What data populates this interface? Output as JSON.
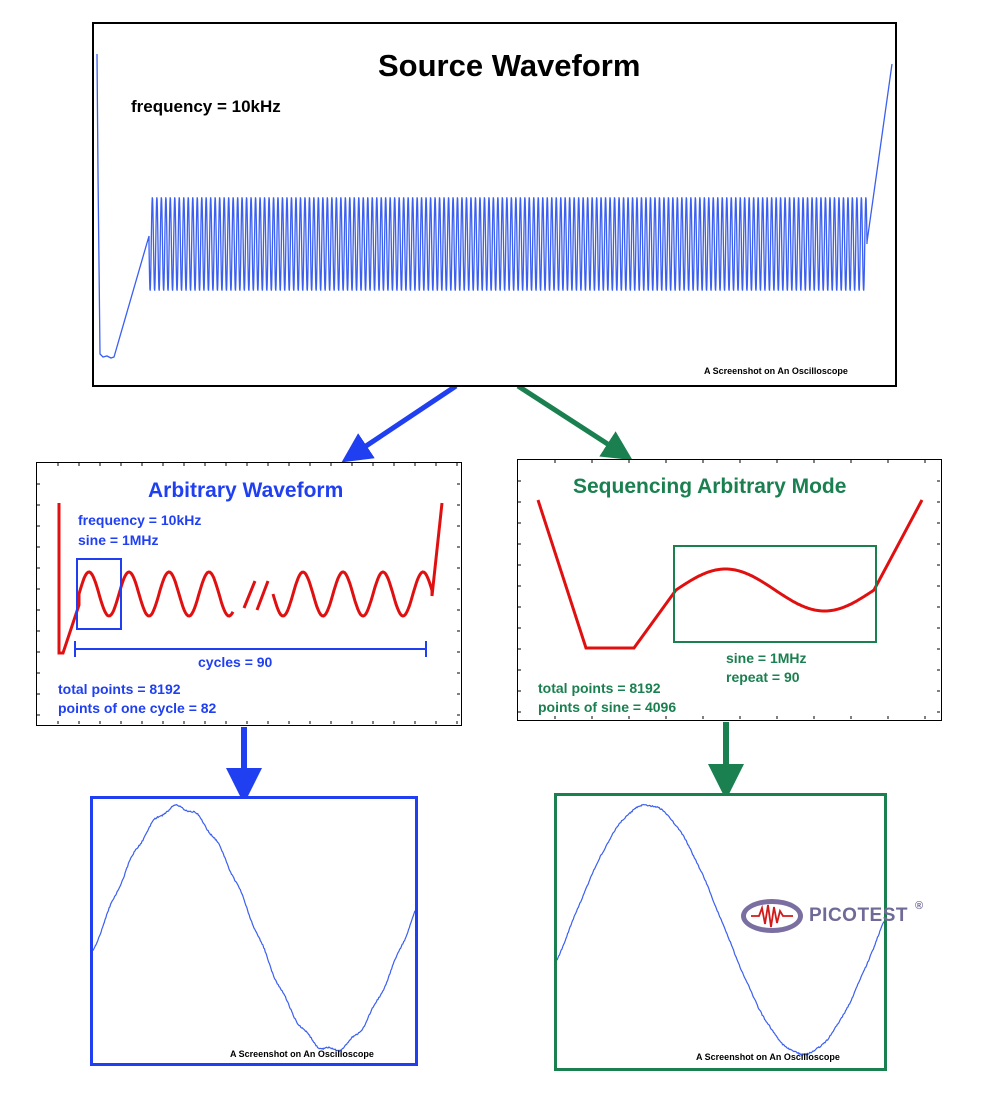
{
  "source": {
    "title": "Source Waveform",
    "frequency": "frequency = 10kHz",
    "note": "A Screenshot on An Oscilloscope"
  },
  "arbitrary": {
    "title": "Arbitrary Waveform",
    "frequency": "frequency = 10kHz",
    "sine": "sine = 1MHz",
    "cycles": "cycles = 90",
    "total_points": "total points = 8192",
    "points_one_cycle": "points of one cycle = 82"
  },
  "sequencing": {
    "title": "Sequencing Arbitrary Mode",
    "sine": "sine = 1MHz",
    "repeat": "repeat = 90",
    "total_points": "total points = 8192",
    "points_sine": "points of sine = 4096"
  },
  "output_left": {
    "note": "A Screenshot on An Oscilloscope"
  },
  "output_right": {
    "note": "A Screenshot on An Oscilloscope"
  },
  "logo": {
    "text": "PICOTEST",
    "mark": "®"
  },
  "colors": {
    "blue": "#1f3ff0",
    "green": "#1b8050",
    "red": "#e01010",
    "trace": "#3b5ff0"
  }
}
